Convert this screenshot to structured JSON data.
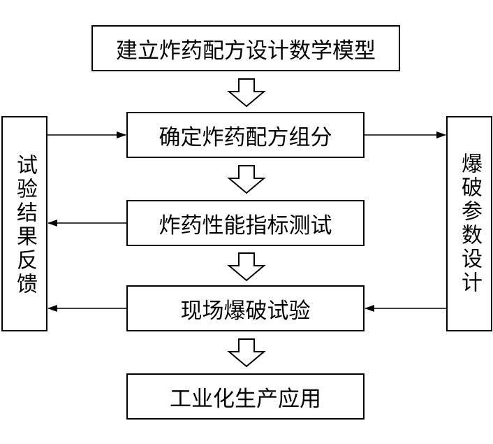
{
  "boxes": {
    "model": "建立炸药配方设计数学模型",
    "composition": "确定炸药配方组分",
    "performance_test": "炸药性能指标测试",
    "field_test": "现场爆破试验",
    "industrial_application": "工业化生产应用",
    "feedback": "试验结果反馈",
    "blast_design": "爆破参数设计"
  },
  "colors": {
    "line": "#000000",
    "background": "#ffffff"
  }
}
